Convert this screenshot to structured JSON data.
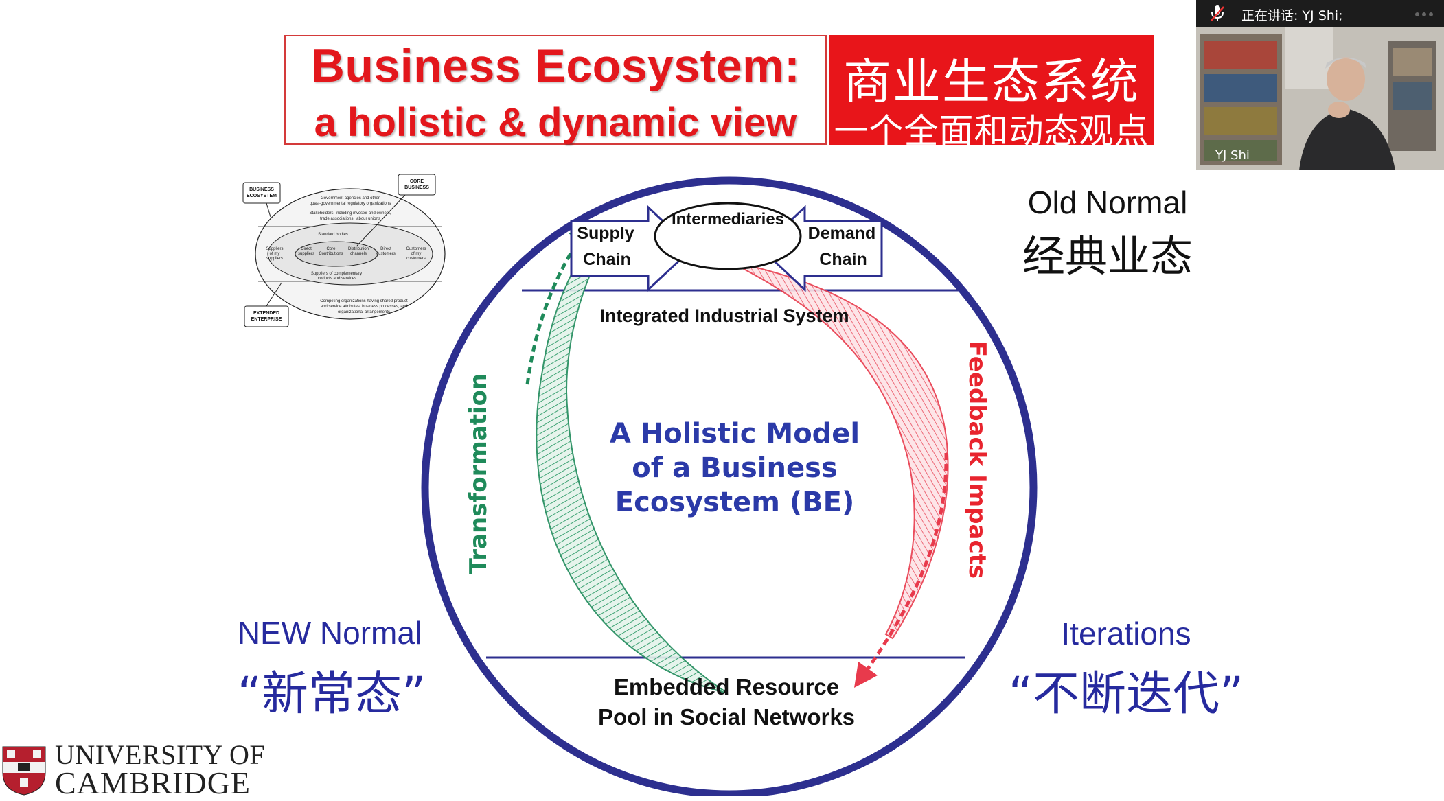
{
  "title": {
    "en_line1": "Business Ecosystem:",
    "en_line2": "a holistic & dynamic view",
    "cn_line1": "商业生态系统",
    "cn_line2": "一个全面和动态观点"
  },
  "video": {
    "speaking_label": "正在讲话:  YJ Shi;",
    "participant_name": "YJ Shi"
  },
  "labels": {
    "old_en": "Old Normal",
    "old_cn": "经典业态",
    "new_en": "NEW Normal",
    "new_cn": "“新常态”",
    "iter_en": "Iterations",
    "iter_cn": "“不断迭代”"
  },
  "diagram": {
    "supply_1": "Supply",
    "supply_2": "Chain",
    "intermediaries": "Intermediaries",
    "demand_1": "Demand",
    "demand_2": "Chain",
    "integrated": "Integrated Industrial System",
    "center_1": "A Holistic Model",
    "center_2": "of a Business",
    "center_3": "Ecosystem (BE)",
    "transformation": "Transformation",
    "feedback": "Feedback Impacts",
    "embedded_1": "Embedded Resource",
    "embedded_2": "Pool in Social Networks"
  },
  "mini": {
    "business_ecosystem_1": "BUSINESS",
    "business_ecosystem_2": "ECOSYSTEM",
    "core_business_1": "CORE",
    "core_business_2": "BUSINESS",
    "extended_1": "EXTENDED",
    "extended_2": "ENTERPRISE",
    "gov_1": "Government agencies and other",
    "gov_2": "quasi-governmental regulatory organizations",
    "stake_1": "Stakeholders, including investor and owners,",
    "stake_2": "trade associations, labour unions",
    "standard": "Standard bodies",
    "suppliers_of_1": "Suppliers",
    "suppliers_of_2": "of my",
    "suppliers_of_3": "suppliers",
    "direct_sup_1": "Direct",
    "direct_sup_2": "suppliers",
    "core_contrib_1": "Core",
    "core_contrib_2": "Contributions",
    "dist_1": "Distribution",
    "dist_2": "channels",
    "direct_cust_1": "Direct",
    "direct_cust_2": "customers",
    "cust_1": "Customers",
    "cust_2": "of my",
    "cust_3": "customers",
    "comp_sup_1": "Suppliers of complementary",
    "comp_sup_2": "products and services",
    "compete_1": "Competing organizations having shared product",
    "compete_2": "and service attributes, business processes, and",
    "compete_3": "organizational arrangements"
  },
  "logo": {
    "line1": "UNIVERSITY OF",
    "line2": "CAMBRIDGE"
  },
  "colors": {
    "title_red": "#e3171c",
    "circle_navy": "#2d2f8f",
    "transform_green": "#1f8a5a",
    "feedback_red": "#e83a4c",
    "label_blue": "#262a9e"
  }
}
